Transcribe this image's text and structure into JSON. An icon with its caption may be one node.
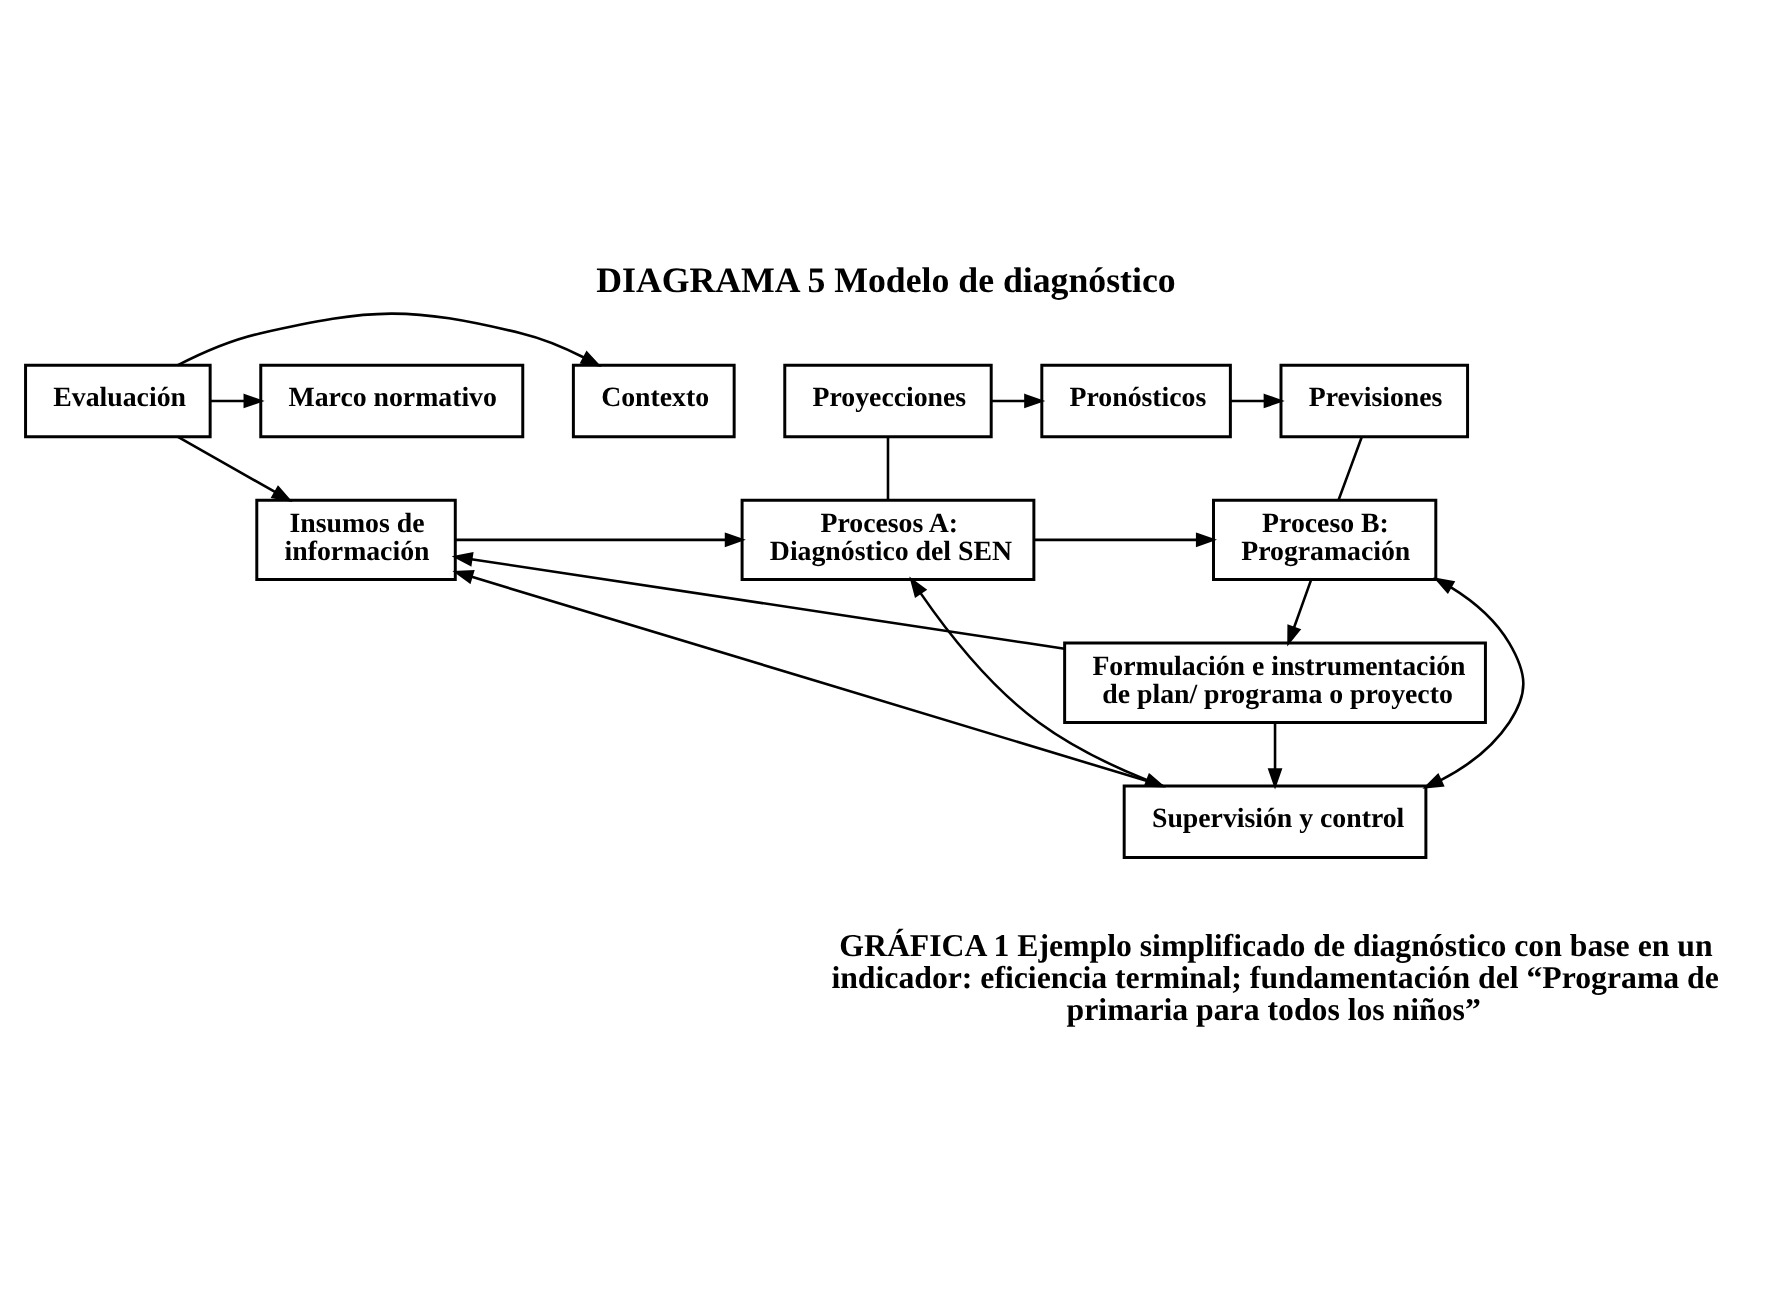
{
  "diagram": {
    "title": "DIAGRAMA 5 Modelo de diagnóstico",
    "caption": "GRÁFICA 1 Ejemplo simplificado de diagnóstico con base en un indicador: eficiencia terminal; fundamentación del “Programa de primaria para todos los niños”",
    "nodes": [
      {
        "text": [
          "Contexto"
        ]
      },
      {
        "text": [
          "Evaluación"
        ]
      },
      {
        "text": [
          "Marco normativo"
        ]
      },
      {
        "text": [
          "Proyecciones"
        ]
      },
      {
        "text": [
          "Pronósticos"
        ]
      },
      {
        "text": [
          "Previsiones"
        ]
      },
      {
        "text": [
          "Insumos de información"
        ]
      },
      {
        "text": [
          "Procesos A:",
          "Diagnóstico del SEN"
        ]
      },
      {
        "text": [
          "Proceso B:",
          "Programación"
        ]
      },
      {
        "text": [
          "Formulación e instrumentación de plan/ programa o proyecto"
        ]
      },
      {
        "text": [
          "Supervisión y control"
        ]
      }
    ],
    "edges": [
      {
        "from": 1,
        "to": 0,
        "arrow": "to"
      },
      {
        "from": 1,
        "to": 2,
        "arrow": "to"
      },
      {
        "from": 1,
        "to": 6,
        "arrow": "to"
      },
      {
        "from": 9,
        "to": 6,
        "arrow": "to"
      },
      {
        "from": 10,
        "to": 6,
        "arrow": "to"
      },
      {
        "from": 3,
        "to": 4,
        "arrow": "to"
      },
      {
        "from": 4,
        "to": 5,
        "arrow": "to"
      },
      {
        "from": 3,
        "to": 7,
        "arrow": "none"
      },
      {
        "from": 5,
        "to": 8,
        "arrow": "none"
      },
      {
        "from": 6,
        "to": 7,
        "arrow": "to"
      },
      {
        "from": 7,
        "to": 8,
        "arrow": "to"
      },
      {
        "from": 8,
        "to": 9,
        "arrow": "to"
      },
      {
        "from": 7,
        "to": 10,
        "arrow": "both"
      },
      {
        "from": 8,
        "to": 10,
        "arrow": "both"
      },
      {
        "from": 9,
        "to": 10,
        "arrow": "to"
      }
    ]
  }
}
